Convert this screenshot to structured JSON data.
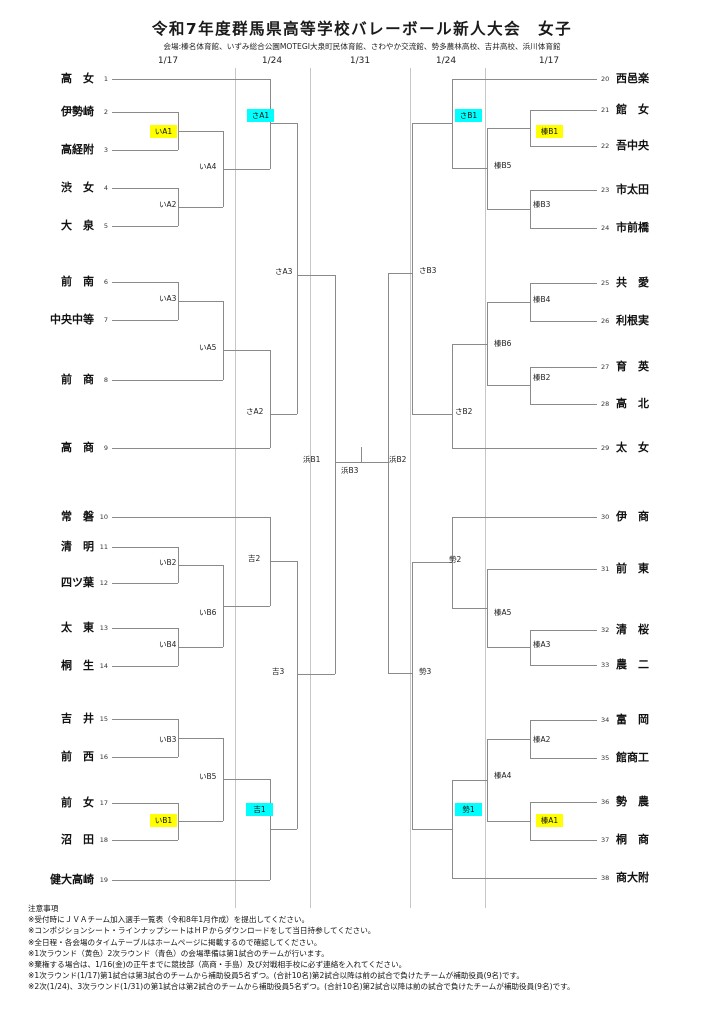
{
  "header": {
    "title": "令和7年度群馬県高等学校バレーボール新人大会　女子",
    "venue": "会場:榛名体育館、いずみ総合公園MOTEGI大泉町民体育館、さわやか交流館、勢多農林高校、吉井高校、浜川体育館",
    "dates": [
      "1/17",
      "1/24",
      "1/31",
      "1/24",
      "1/17"
    ]
  },
  "colors": {
    "round1_highlight": "#ffff00",
    "round2_highlight": "#00ffff",
    "bracket_line": "#8a8a8a"
  },
  "teams_left": [
    {
      "seed": "1",
      "name": "高　女"
    },
    {
      "seed": "2",
      "name": "伊勢崎"
    },
    {
      "seed": "3",
      "name": "高経附"
    },
    {
      "seed": "4",
      "name": "渋　女"
    },
    {
      "seed": "5",
      "name": "大　泉"
    },
    {
      "seed": "6",
      "name": "前　南"
    },
    {
      "seed": "7",
      "name": "中央中等"
    },
    {
      "seed": "8",
      "name": "前　商"
    },
    {
      "seed": "9",
      "name": "高　商"
    },
    {
      "seed": "10",
      "name": "常　磐"
    },
    {
      "seed": "11",
      "name": "清　明"
    },
    {
      "seed": "12",
      "name": "四ツ葉"
    },
    {
      "seed": "13",
      "name": "太　東"
    },
    {
      "seed": "14",
      "name": "桐　生"
    },
    {
      "seed": "15",
      "name": "吉　井"
    },
    {
      "seed": "16",
      "name": "前　西"
    },
    {
      "seed": "17",
      "name": "前　女"
    },
    {
      "seed": "18",
      "name": "沼　田"
    },
    {
      "seed": "19",
      "name": "健大高崎"
    }
  ],
  "teams_right": [
    {
      "seed": "20",
      "name": "西邑楽"
    },
    {
      "seed": "21",
      "name": "館　女"
    },
    {
      "seed": "22",
      "name": "吾中央"
    },
    {
      "seed": "23",
      "name": "市太田"
    },
    {
      "seed": "24",
      "name": "市前橋"
    },
    {
      "seed": "25",
      "name": "共　愛"
    },
    {
      "seed": "26",
      "name": "利根実"
    },
    {
      "seed": "27",
      "name": "育　英"
    },
    {
      "seed": "28",
      "name": "高　北"
    },
    {
      "seed": "29",
      "name": "太　女"
    },
    {
      "seed": "30",
      "name": "伊　商"
    },
    {
      "seed": "31",
      "name": "前　東"
    },
    {
      "seed": "32",
      "name": "清　桜"
    },
    {
      "seed": "33",
      "name": "農　二"
    },
    {
      "seed": "34",
      "name": "富　岡"
    },
    {
      "seed": "35",
      "name": "館商工"
    },
    {
      "seed": "36",
      "name": "勢　農"
    },
    {
      "seed": "37",
      "name": "桐　商"
    },
    {
      "seed": "38",
      "name": "商大附"
    }
  ],
  "labels": [
    {
      "text": "いA1",
      "highlight": "yellow"
    },
    {
      "text": "いA2",
      "highlight": ""
    },
    {
      "text": "いA3",
      "highlight": ""
    },
    {
      "text": "いA4",
      "highlight": ""
    },
    {
      "text": "いA5",
      "highlight": ""
    },
    {
      "text": "さA1",
      "highlight": "cyan"
    },
    {
      "text": "さA2",
      "highlight": ""
    },
    {
      "text": "さA3",
      "highlight": ""
    },
    {
      "text": "いB1",
      "highlight": "yellow"
    },
    {
      "text": "いB2",
      "highlight": ""
    },
    {
      "text": "いB3",
      "highlight": ""
    },
    {
      "text": "いB4",
      "highlight": ""
    },
    {
      "text": "いB5",
      "highlight": ""
    },
    {
      "text": "いB6",
      "highlight": ""
    },
    {
      "text": "吉1",
      "highlight": "cyan"
    },
    {
      "text": "吉2",
      "highlight": ""
    },
    {
      "text": "吉3",
      "highlight": ""
    },
    {
      "text": "浜B1",
      "highlight": ""
    },
    {
      "text": "浜B3",
      "highlight": ""
    },
    {
      "text": "榛B1",
      "highlight": "yellow"
    },
    {
      "text": "榛B2",
      "highlight": ""
    },
    {
      "text": "榛B3",
      "highlight": ""
    },
    {
      "text": "榛B4",
      "highlight": ""
    },
    {
      "text": "榛B5",
      "highlight": ""
    },
    {
      "text": "榛B6",
      "highlight": ""
    },
    {
      "text": "さB1",
      "highlight": "cyan"
    },
    {
      "text": "さB2",
      "highlight": ""
    },
    {
      "text": "さB3",
      "highlight": ""
    },
    {
      "text": "榛A1",
      "highlight": "yellow"
    },
    {
      "text": "榛A2",
      "highlight": ""
    },
    {
      "text": "榛A3",
      "highlight": ""
    },
    {
      "text": "榛A4",
      "highlight": ""
    },
    {
      "text": "榛A5",
      "highlight": ""
    },
    {
      "text": "勢1",
      "highlight": "cyan"
    },
    {
      "text": "勢2",
      "highlight": ""
    },
    {
      "text": "勢3",
      "highlight": ""
    },
    {
      "text": "浜B2",
      "highlight": ""
    }
  ],
  "notes": {
    "heading": "注意事項",
    "lines": [
      "※受付時にＪＶＡチーム加入選手一覧表（令和8年1月作成）を提出してください。",
      "※コンポジションシート・ラインナップシートはＨＰからダウンロードをして当日持参してください。",
      "※全日程・各会場のタイムテーブルはホームページに掲載するので確認してください。",
      "※1次ラウンド（黄色）2次ラウンド（青色）の会場準備は第1試合のチームが行います。",
      "※棄権する場合は、1/16(金)の正午までに競技部（高商・手島）及び対戦相手校に必ず連絡を入れてください。",
      "※1次ラウンド(1/17)第1試合は第3試合のチームから補助役員5名ずつ。(合計10名)第2試合以降は前の試合で負けたチームが補助役員(9名)です。",
      "※2次(1/24)、3次ラウンド(1/31)の第1試合は第2試合のチームから補助役員5名ずつ。(合計10名)第2試合以降は前の試合で負けたチームが補助役員(9名)です。"
    ]
  }
}
